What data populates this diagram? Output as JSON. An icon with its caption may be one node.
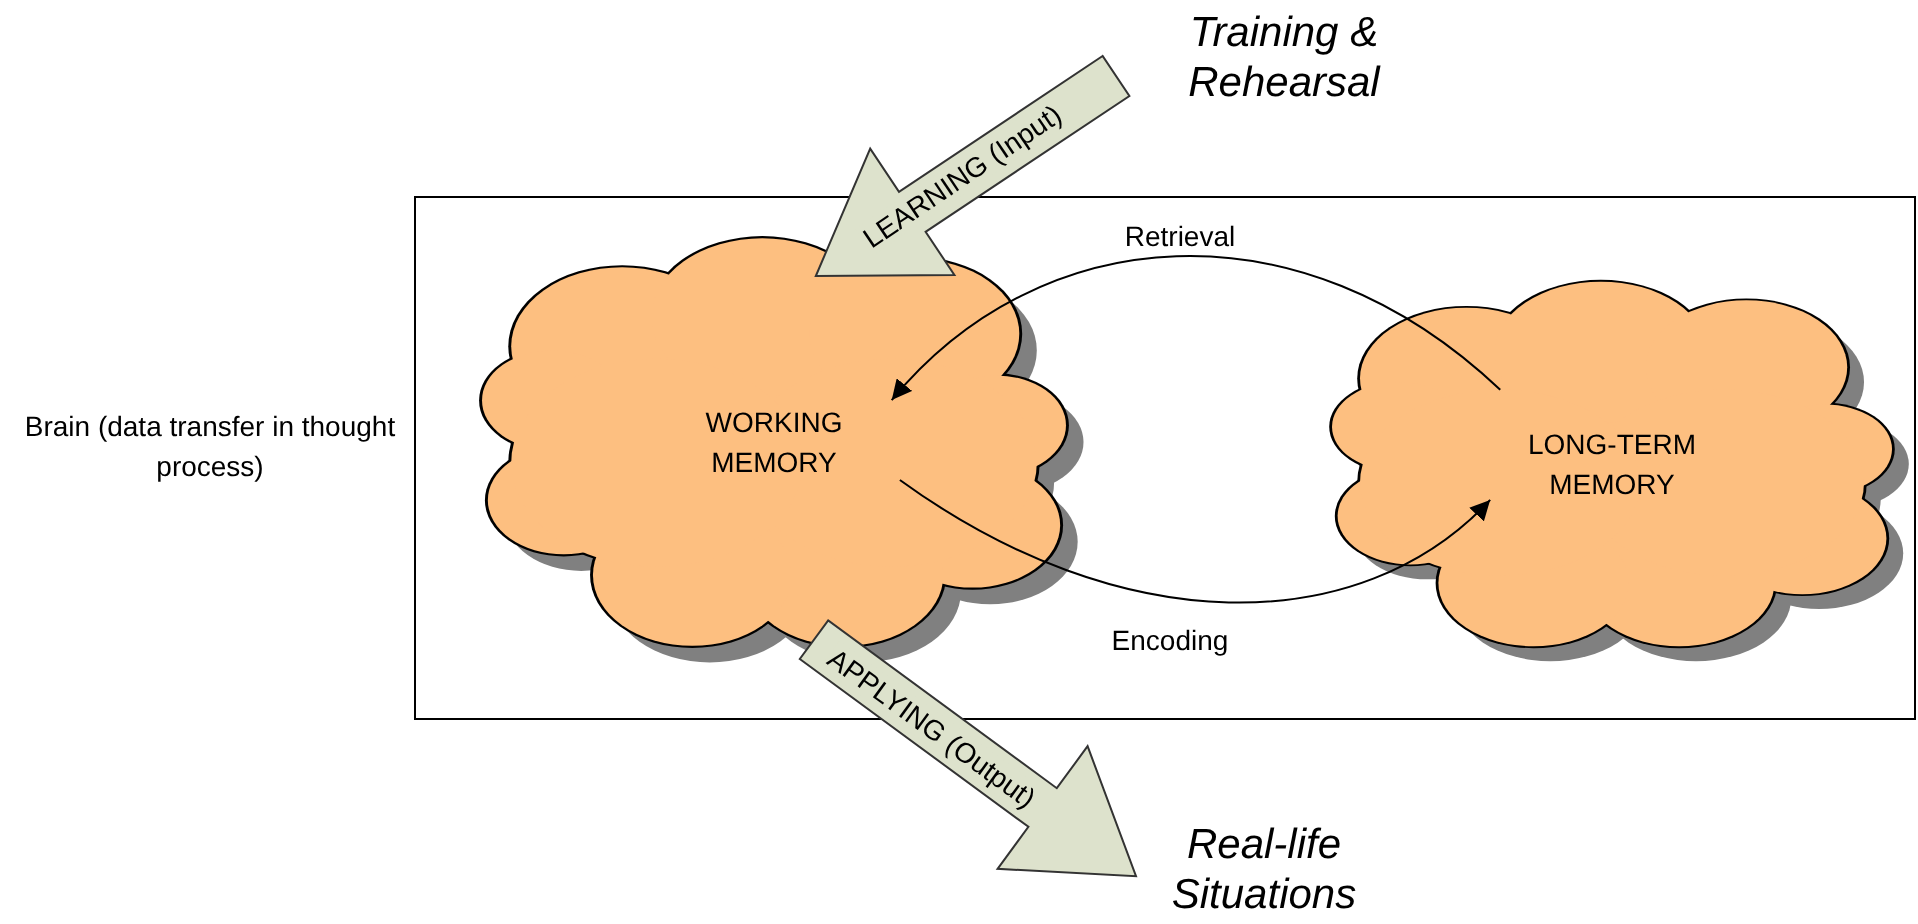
{
  "diagram": {
    "nodes": [
      {
        "text": [
          "Brain (data transfer in thought process)"
        ]
      },
      {
        "text": [
          "WORKING MEMORY"
        ],
        "in": 0
      },
      {
        "text": [
          "LONG-TERM MEMORY"
        ],
        "in": 0
      },
      {
        "text": [
          "Training & Rehearsal"
        ]
      },
      {
        "text": [
          "Real-life Situations"
        ]
      }
    ],
    "edges": [
      {
        "from": 3,
        "to": 1,
        "arrow": "to",
        "label": "LEARNING (Input)",
        "style": "thick",
        "color": "#dde2cc"
      },
      {
        "from": 1,
        "to": 4,
        "arrow": "to",
        "label": "APPLYING (Output)",
        "style": "thick",
        "color": "#dde2cc"
      },
      {
        "from": 2,
        "to": 1,
        "arrow": "to",
        "label": "Retrieval",
        "color": "#000000"
      },
      {
        "from": 1,
        "to": 2,
        "arrow": "to",
        "label": "Encoding",
        "color": "#000000"
      }
    ]
  }
}
